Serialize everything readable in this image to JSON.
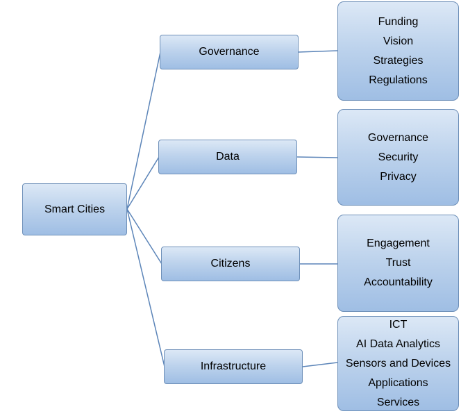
{
  "root": {
    "label": "Smart Cities"
  },
  "branches": [
    {
      "key": "governance",
      "label": "Governance",
      "items": [
        "Funding",
        "Vision",
        "Strategies",
        "Regulations"
      ]
    },
    {
      "key": "data",
      "label": "Data",
      "items": [
        "Governance",
        "Security",
        "Privacy"
      ]
    },
    {
      "key": "citizens",
      "label": "Citizens",
      "items": [
        "Engagement",
        "Trust",
        "Accountability"
      ]
    },
    {
      "key": "infrastructure",
      "label": "Infrastructure",
      "items": [
        "ICT",
        "AI Data Analytics",
        "Sensors and Devices",
        "Applications",
        "Services"
      ]
    }
  ],
  "colors": {
    "connector": "#5b84b8",
    "box_border": "#6d8fb8",
    "box_fill_top": "#dce8f6",
    "box_fill_bottom": "#9fbee4"
  }
}
